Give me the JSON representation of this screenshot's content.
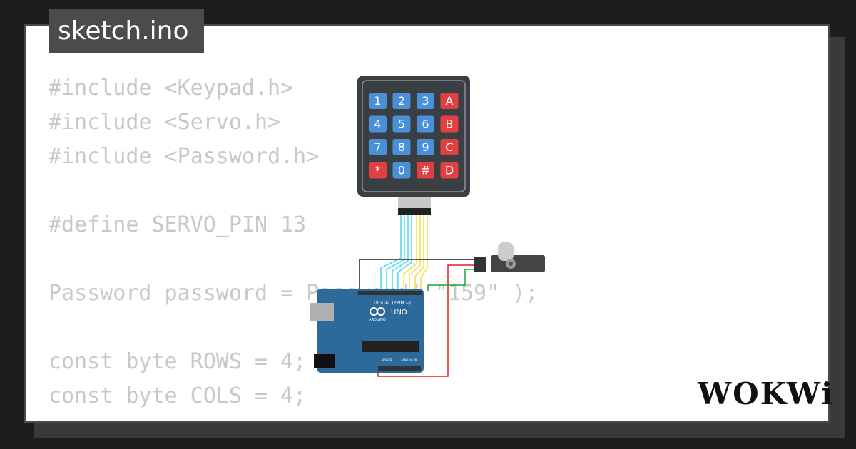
{
  "tab": {
    "filename": "sketch.ino"
  },
  "code": {
    "lines": [
      "#include <Keypad.h>",
      "#include <Servo.h>",
      "#include <Password.h>",
      "",
      "#define SERVO_PIN 13",
      "",
      "Password password = Password( \"159\" );",
      "",
      "const byte ROWS = 4;",
      "const byte COLS = 4;"
    ]
  },
  "keypad": {
    "keys": [
      [
        "1",
        "2",
        "3",
        "A"
      ],
      [
        "4",
        "5",
        "6",
        "B"
      ],
      [
        "7",
        "8",
        "9",
        "C"
      ],
      [
        "*",
        "0",
        "#",
        "D"
      ]
    ]
  },
  "arduino": {
    "model": "UNO",
    "brand": "ARDUINO",
    "digital_label": "DIGITAL (PWM ~)",
    "power_label": "POWER",
    "analog_label": "ANALOG IN"
  },
  "brand": {
    "logo": "WOKWi"
  },
  "colors": {
    "background": "#1c1c1c",
    "card": "#ffffff",
    "tab": "#4b4b4b",
    "code_text": "#c8c8c8",
    "board": "#2b6a9a",
    "key_blue": "#4a90d9",
    "key_red": "#e04040",
    "wire_cyan": "#4ad9f0",
    "wire_yellow": "#f0e040",
    "wire_red": "#e02020",
    "wire_green": "#20a040"
  }
}
